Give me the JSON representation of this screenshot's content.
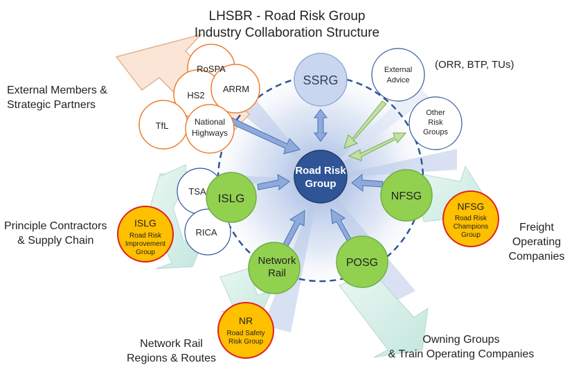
{
  "title": {
    "line1": "LHSBR - Road Risk Group",
    "line2": "Industry Collaboration Structure"
  },
  "hub": {
    "line1": "Road Risk",
    "line2": "Group"
  },
  "ssrg": "SSRG",
  "external_advice": {
    "line1": "External",
    "line2": "Advice"
  },
  "external_advice_note": "(ORR, BTP, TUs)",
  "other_risk_groups": {
    "line1": "Other",
    "line2": "Risk",
    "line3": "Groups"
  },
  "external_members": {
    "label_line1": "External Members &",
    "label_line2": "Strategic Partners",
    "bubbles": {
      "rospa": "RoSPA",
      "hs2": "HS2",
      "arrm": "ARRM",
      "tfl": "TfL",
      "nh_line1": "National",
      "nh_line2": "Highways"
    }
  },
  "islg": {
    "name": "ISLG",
    "tsa": "TSA",
    "rica": "RICA",
    "sub_name": "ISLG",
    "sub_line1": "Road Risk",
    "sub_line2": "Improvement",
    "sub_line3": "Group",
    "label_line1": "Principle Contractors",
    "label_line2": "& Supply Chain"
  },
  "network_rail": {
    "name_line1": "Network",
    "name_line2": "Rail",
    "sub_name": "NR",
    "sub_line1": "Road Safety",
    "sub_line2": "Risk Group",
    "label_line1": "Network Rail",
    "label_line2": "Regions & Routes"
  },
  "posg": {
    "name": "POSG",
    "label_line1": "Owning Groups",
    "label_line2": "& Train Operating Companies"
  },
  "nfsg": {
    "name": "NFSG",
    "sub_name": "NFSG",
    "sub_line1": "Road Risk",
    "sub_line2": "Champions",
    "sub_line3": "Group",
    "label_line1": "Freight",
    "label_line2": "Operating",
    "label_line3": "Companies"
  },
  "colors": {
    "hub": "#2f5597",
    "member_green": "#92d050",
    "sub_orange": "#ffc000",
    "sub_border": "#e02020",
    "ring": "#2f5597",
    "ssrg_fill": "#c9d6ee",
    "ext_border": "#ed7d31",
    "big_arrow_fill": "#fbe5d6",
    "teal_arrow": "#d6efe9",
    "green_arrow": "#c5e0a5",
    "blue_arrow": "#8eaadb"
  }
}
